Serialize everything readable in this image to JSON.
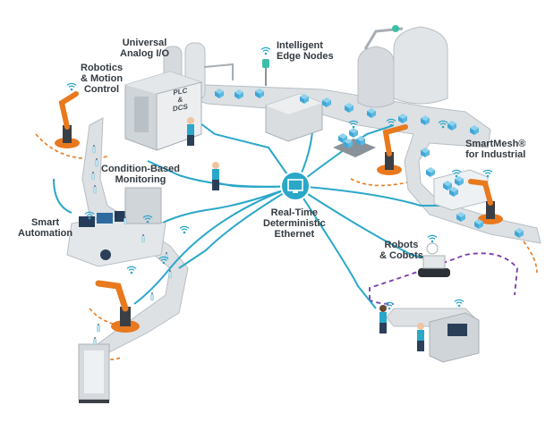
{
  "colors": {
    "network_line": "#2aa7c9",
    "wireless_icon": "#2aa7c9",
    "robot_orange": "#e9791e",
    "dashed_orange": "#e9791e",
    "dashed_purple": "#7c3aa6",
    "conveyor": "#cfd4d8",
    "product_box": "#5bb8e0",
    "equipment_gray": "#c9ced3"
  },
  "labels": {
    "universal_io": [
      "Universal",
      "Analog I/O"
    ],
    "edge_nodes": [
      "Intelligent",
      "Edge Nodes"
    ],
    "robotics": [
      "Robotics",
      "& Motion",
      "Control"
    ],
    "plc": [
      "PLC",
      "&",
      "DCS"
    ],
    "condition": [
      "Condition-Based",
      "Monitoring"
    ],
    "smartmesh": [
      "SmartMesh®",
      "for Industrial"
    ],
    "smart_automation": [
      "Smart",
      "Automation"
    ],
    "ethernet": [
      "Real-Time",
      "Deterministic",
      "Ethernet"
    ],
    "robots": [
      "Robots",
      "& Cobots"
    ]
  },
  "icons": [
    "wireless-icon",
    "ethernet-hub-icon",
    "robot-arm-icon",
    "worker-icon",
    "cobot-icon",
    "storage-tank-icon",
    "control-cabinet-icon"
  ]
}
